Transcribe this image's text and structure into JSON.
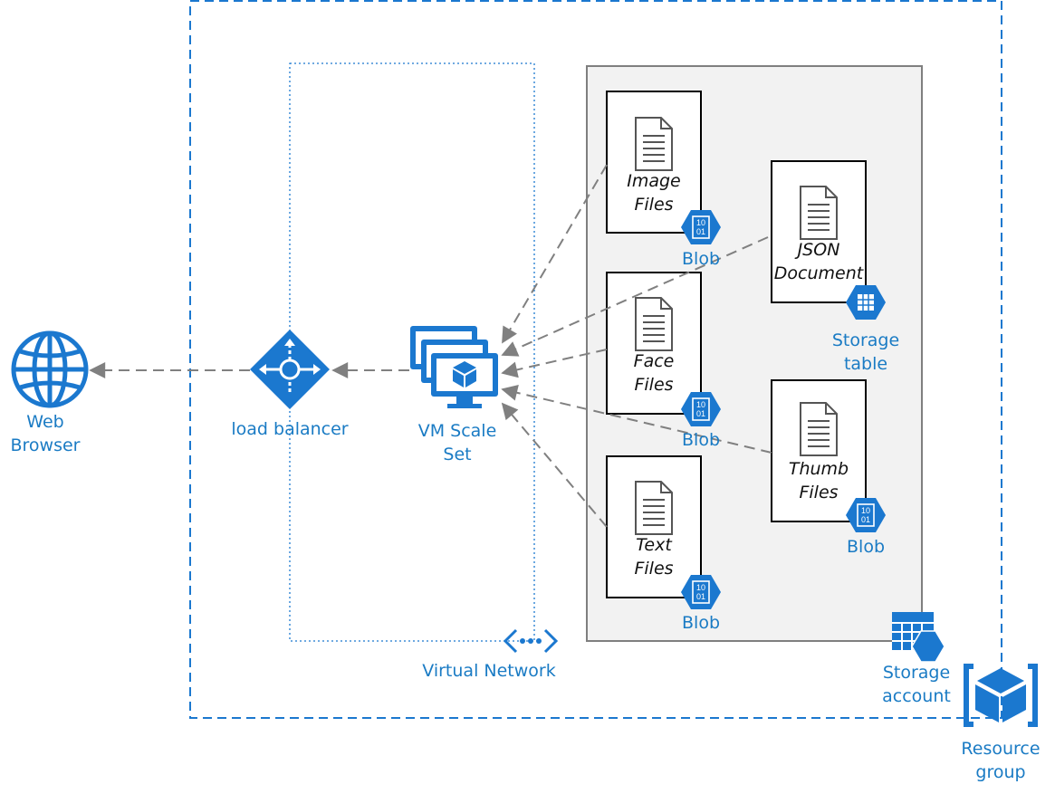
{
  "colors": {
    "azure_blue": "#1b78cf",
    "label_blue": "#1a7bc4",
    "connector_gray": "#808080",
    "storage_fill": "#f2f2f2",
    "storage_border": "#7f7f7f"
  },
  "nodes": {
    "web_browser": {
      "line1": "Web",
      "line2": "Browser",
      "icon": "globe-icon"
    },
    "load_balancer": {
      "label": "load balancer",
      "icon": "load-balancer-icon"
    },
    "vm_scale_set": {
      "line1": "VM Scale",
      "line2": "Set",
      "icon": "vm-scale-set-icon"
    },
    "virtual_network": {
      "label": "Virtual Network",
      "icon": "virtual-network-icon"
    },
    "storage_account": {
      "line1": "Storage",
      "line2": "account",
      "icon": "storage-account-icon"
    },
    "resource_group": {
      "line1": "Resource",
      "line2": "group",
      "icon": "resource-group-icon"
    }
  },
  "documents": {
    "image_files": {
      "line1": "Image",
      "line2": "Files",
      "badge_label": "Blob",
      "badge_icon": "blob-icon",
      "badge_text": "10\n01"
    },
    "face_files": {
      "line1": "Face",
      "line2": "Files",
      "badge_label": "Blob",
      "badge_icon": "blob-icon"
    },
    "text_files": {
      "line1": "Text",
      "line2": "Files",
      "badge_label": "Blob",
      "badge_icon": "blob-icon"
    },
    "json_document": {
      "line1": "JSON",
      "line2": "Document",
      "badge_line1": "Storage",
      "badge_line2": "table",
      "badge_icon": "table-icon"
    },
    "thumb_files": {
      "line1": "Thumb",
      "line2": "Files",
      "badge_label": "Blob",
      "badge_icon": "blob-icon"
    }
  },
  "edges": [
    {
      "from": "vm_scale_set",
      "to": "load_balancer"
    },
    {
      "from": "load_balancer",
      "to": "web_browser"
    },
    {
      "from": "image_files",
      "to": "vm_scale_set"
    },
    {
      "from": "json_document",
      "to": "vm_scale_set"
    },
    {
      "from": "face_files",
      "to": "vm_scale_set"
    },
    {
      "from": "thumb_files",
      "to": "vm_scale_set"
    },
    {
      "from": "text_files",
      "to": "vm_scale_set"
    }
  ]
}
